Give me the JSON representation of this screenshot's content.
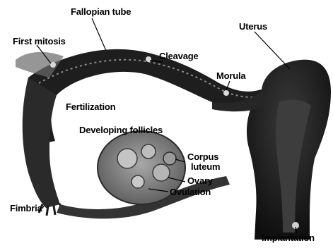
{
  "labels": {
    "fallopian_tube": "Fallopian tube",
    "first_mitosis": "First mitosis",
    "cleavage": "Cleavage",
    "morula": "Morula",
    "uterus": "Uterus",
    "fertilization": "Fertilization",
    "developing_follicles": "Developing follicles",
    "corpus_luteum_line1": "Corpus",
    "corpus_luteum_line2": "luteum",
    "ovary": "Ovary",
    "ovulation": "Ovulation",
    "fimbria": "Fimbria",
    "implantation": "Implantation"
  },
  "colors": {
    "background": "#ffffff",
    "tissue_dark": "#1a1a1a",
    "tissue_mid": "#4a4a4a",
    "ovary_fill": "#7d7d7d",
    "follicle_fill": "#b0b0b0",
    "label_text": "#000000"
  }
}
